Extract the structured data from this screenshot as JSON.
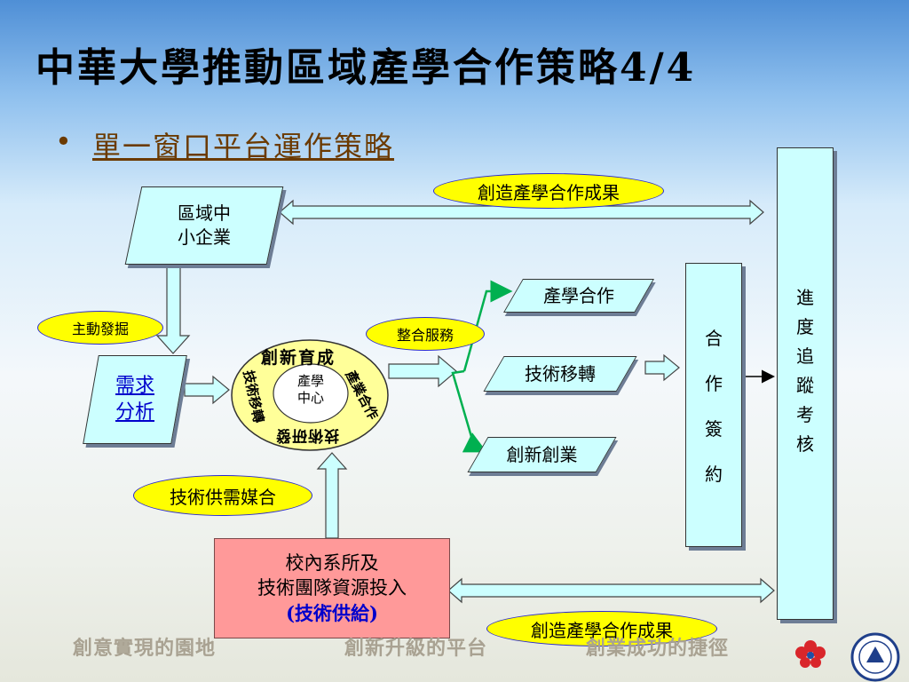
{
  "title": "中華大學推動區域產學合作策略4/4",
  "bullet": "單一窗口平台運作策略",
  "ovals": {
    "top": "創造產學合作成果",
    "bottom": "創造產學合作成果",
    "dig": "主動發掘",
    "integrate": "整合服務",
    "match": "技術供需媒合"
  },
  "boxes": {
    "sme_line1": "區域中",
    "sme_line2": "小企業",
    "needs_line1": "需求",
    "needs_line2": "分析",
    "coop": "產學合作",
    "transfer": "技術移轉",
    "startup": "創新創業",
    "contract": [
      "合",
      "作",
      "簽",
      "約"
    ],
    "tracking": [
      "進",
      "度",
      "追",
      "蹤",
      "考",
      "核"
    ]
  },
  "wheel": {
    "top": "創新育成",
    "left": "技術移轉",
    "right": "產業合作",
    "bottom": "技術研發",
    "center_line1": "產學",
    "center_line2": "中心"
  },
  "supply": {
    "line1": "校內系所及",
    "line2": "技術團隊資源投入",
    "line3": "(技術供給)"
  },
  "footer": [
    "創意實現的園地",
    "創新升級的平台",
    "創業成功的捷徑"
  ],
  "colors": {
    "box_fill": "#ccffff",
    "oval_fill": "#ffff00",
    "supply_fill": "#ff9999",
    "wheel_fill": "#ffff99",
    "green_arrow": "#00b050"
  }
}
